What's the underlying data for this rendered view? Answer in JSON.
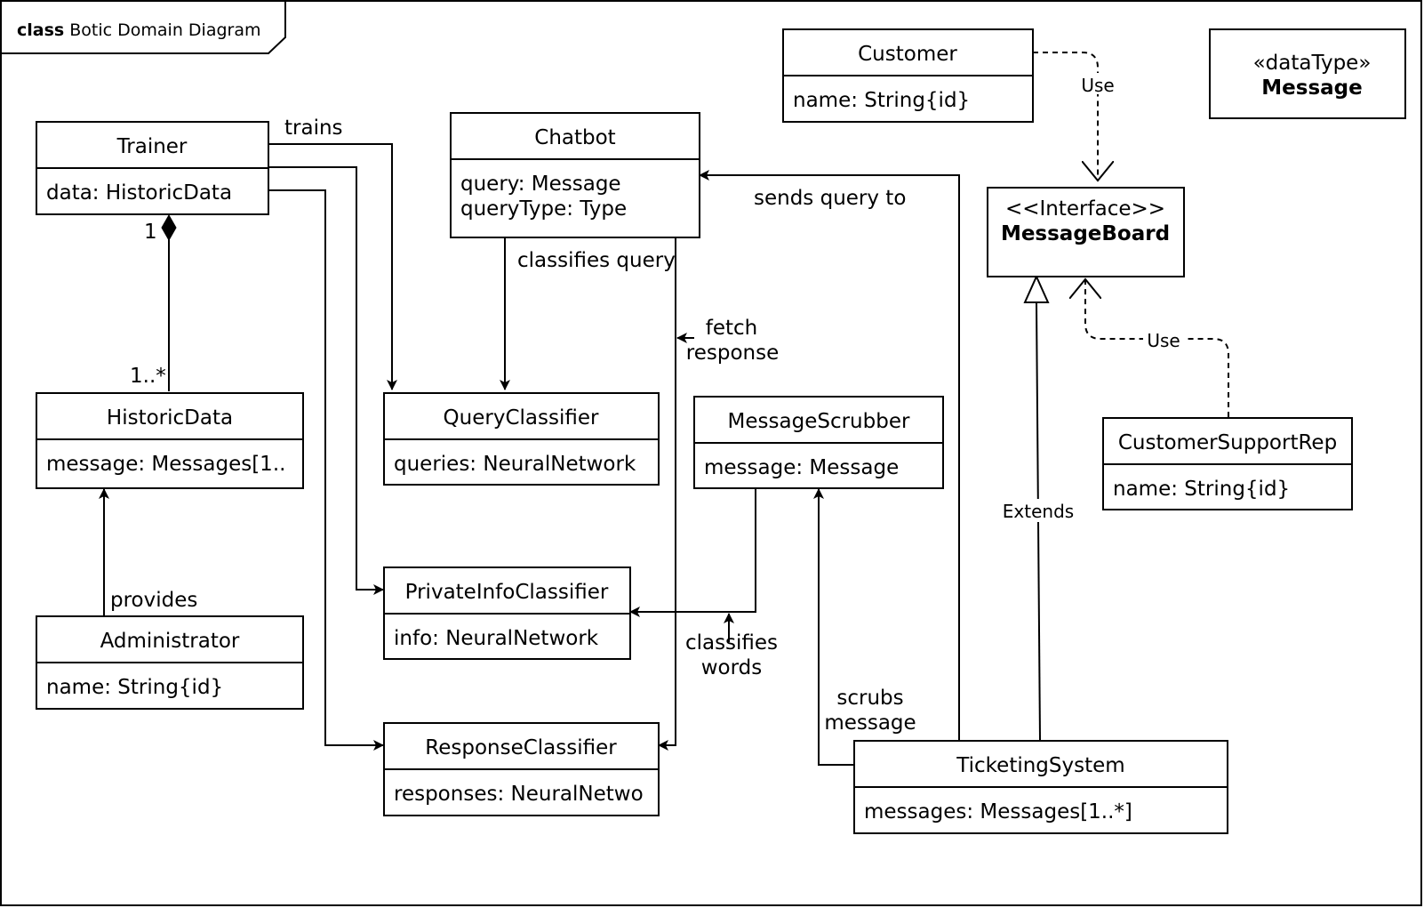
{
  "frame": {
    "keyword": "class",
    "title": "Botic Domain Diagram"
  },
  "classes": {
    "trainer": {
      "name": "Trainer",
      "attrs": [
        "data: HistoricData"
      ]
    },
    "chatbot": {
      "name": "Chatbot",
      "attrs": [
        "query: Message",
        "queryType: Type"
      ]
    },
    "customer": {
      "name": "Customer",
      "attrs": [
        "name: String{id}"
      ]
    },
    "historic_data": {
      "name": "HistoricData",
      "attrs": [
        "message: Messages[1.."
      ]
    },
    "query_classifier": {
      "name": "QueryClassifier",
      "attrs": [
        "queries: NeuralNetwork"
      ]
    },
    "message_scrubber": {
      "name": "MessageScrubber",
      "attrs": [
        "message: Message"
      ]
    },
    "customer_support_rep": {
      "name": "CustomerSupportRep",
      "attrs": [
        "name: String{id}"
      ]
    },
    "private_info_classifier": {
      "name": "PrivateInfoClassifier",
      "attrs": [
        "info: NeuralNetwork"
      ]
    },
    "administrator": {
      "name": "Administrator",
      "attrs": [
        "name: String{id}"
      ]
    },
    "response_classifier": {
      "name": "ResponseClassifier",
      "attrs": [
        "responses: NeuralNetwo"
      ]
    },
    "ticketing_system": {
      "name": "TicketingSystem",
      "attrs": [
        "messages: Messages[1..*]"
      ]
    }
  },
  "data_type": {
    "stereotype": "«dataType»",
    "name": "Message"
  },
  "interface": {
    "stereotype": "<<Interface>>",
    "name": "MessageBoard"
  },
  "edge_labels": {
    "trains": "trains",
    "classifies_query": "classifies query",
    "sends_query_to": "sends query to",
    "fetch_response": [
      "fetch",
      "response"
    ],
    "provides": "provides",
    "classifies_words": [
      "classifies",
      "words"
    ],
    "scrubs_message": [
      "scrubs",
      "message"
    ],
    "use_customer": "Use",
    "use_rep": "Use",
    "extends": "Extends",
    "mult_one": "1",
    "mult_many": "1..*"
  }
}
